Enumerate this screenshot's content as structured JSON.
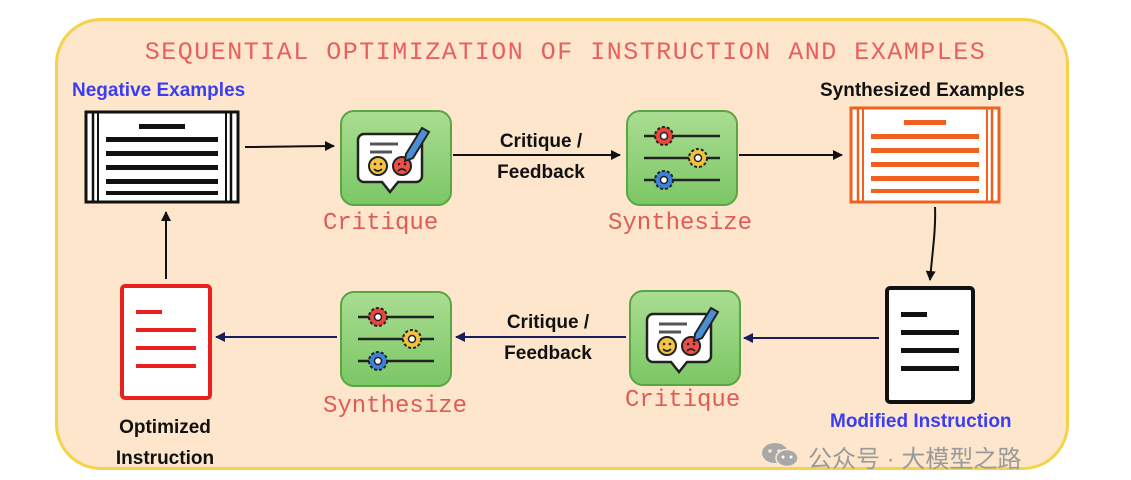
{
  "title": "SEQUENTIAL OPTIMIZATION OF INSTRUCTION AND EXAMPLES",
  "labels": {
    "negative_examples": "Negative Examples",
    "synthesized_examples": "Synthesized Examples",
    "modified_instruction": "Modified Instruction",
    "optimized_instruction_1": "Optimized",
    "optimized_instruction_2": "Instruction"
  },
  "steps": {
    "top_critique": "Critique",
    "top_synthesize": "Synthesize",
    "bottom_critique": "Critique",
    "bottom_synthesize": "Synthesize"
  },
  "feedback": {
    "top_line1": "Critique /",
    "top_line2": "Feedback",
    "bottom_line1": "Critique /",
    "bottom_line2": "Feedback"
  },
  "colors": {
    "frame_fill": "#fde6cc",
    "frame_border": "#f5d247",
    "title": "#e8605e",
    "blue_label": "#3b3ef0",
    "orange_doc": "#f0601e",
    "red_doc": "#e8211f",
    "tile_green": "#8fd176"
  },
  "icons": [
    "critique-icon",
    "settings-sliders-icon",
    "document-icon",
    "table-document-icon"
  ],
  "watermark": "公众号 · 大模型之路"
}
